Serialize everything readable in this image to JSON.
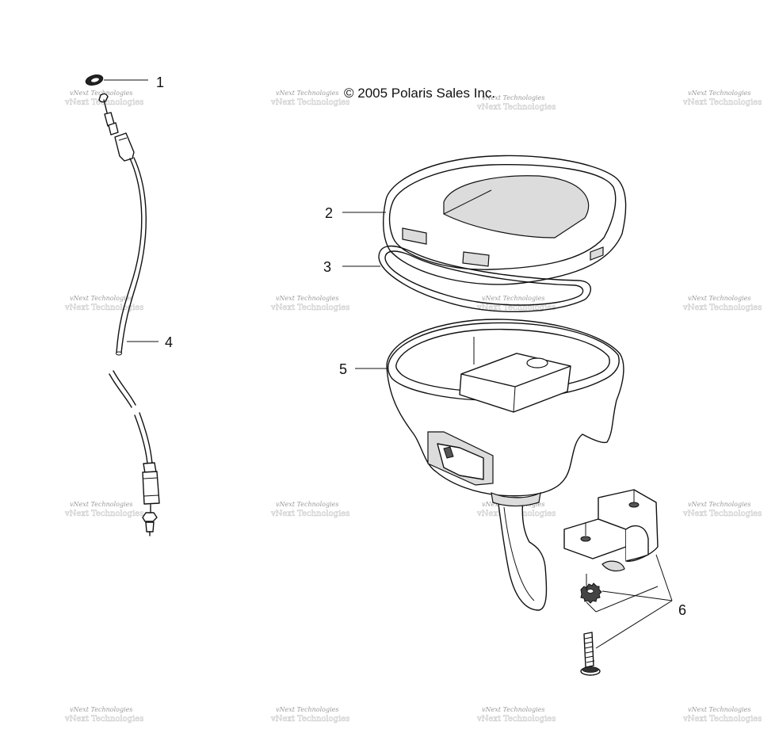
{
  "copyright": "© 2005 Polaris Sales Inc.",
  "watermark": "vNext Technologies",
  "callouts": [
    {
      "id": "1",
      "label": "1"
    },
    {
      "id": "2",
      "label": "2"
    },
    {
      "id": "3",
      "label": "3"
    },
    {
      "id": "4",
      "label": "4"
    },
    {
      "id": "5",
      "label": "5"
    },
    {
      "id": "6",
      "label": "6"
    }
  ]
}
